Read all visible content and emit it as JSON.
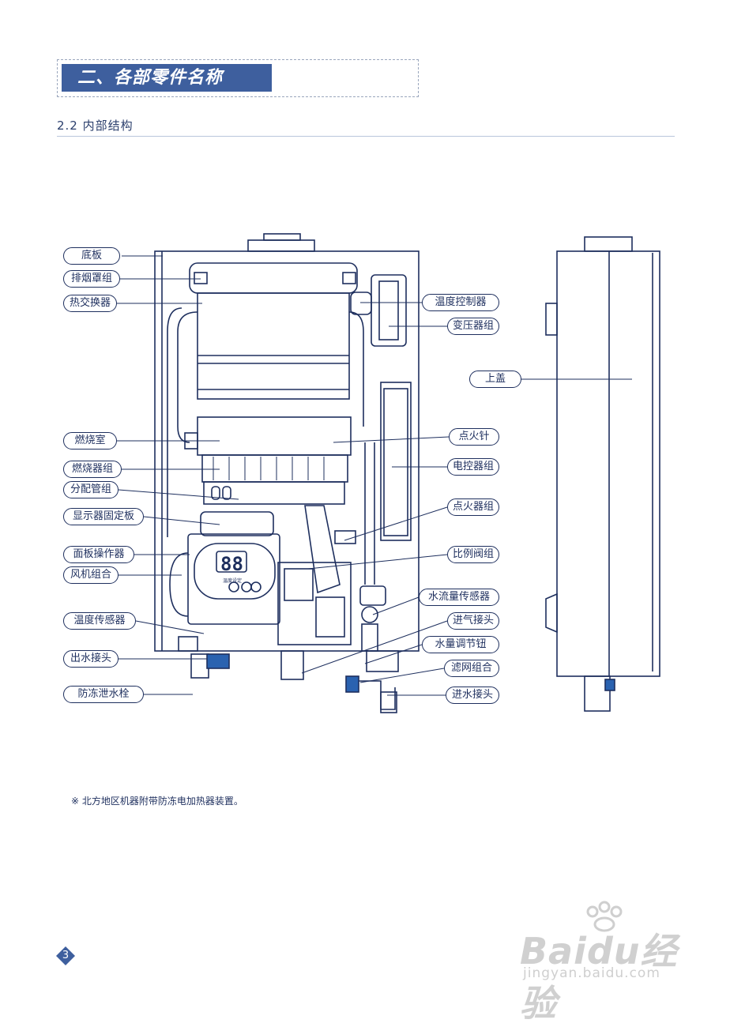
{
  "header": {
    "title": "二、各部零件名称"
  },
  "section": {
    "title": "2.2 内部结构"
  },
  "labels": {
    "l1": "底板",
    "l2": "排烟罩组",
    "l3": "热交换器",
    "l4": "燃烧室",
    "l5": "燃烧器组",
    "l6": "分配管组",
    "l7": "显示器固定板",
    "l8": "面板操作器",
    "l9": "风机组合",
    "l10": "温度传感器",
    "l11": "出水接头",
    "l12": "防冻泄水栓",
    "r1": "温度控制器",
    "r2": "变压器组",
    "r3": "上盖",
    "r4": "点火针",
    "r5": "电控器组",
    "r6": "点火器组",
    "r7": "比例阀组",
    "r8": "水流量传感器",
    "r9": "进气接头",
    "r10": "水量调节钮",
    "r11": "滤网组合",
    "r12": "进水接头"
  },
  "display": {
    "digits": "88",
    "panel_text": "温度设定"
  },
  "footnote": "※  北方地区机器附带防冻电加热器装置。",
  "page_number": "3",
  "watermark": {
    "logo": "Baidu经验",
    "url": "jingyan.baidu.com"
  },
  "colors": {
    "line": "#1e2f5e",
    "header_bg": "#3e5f9e",
    "accent": "#2a62b0"
  }
}
